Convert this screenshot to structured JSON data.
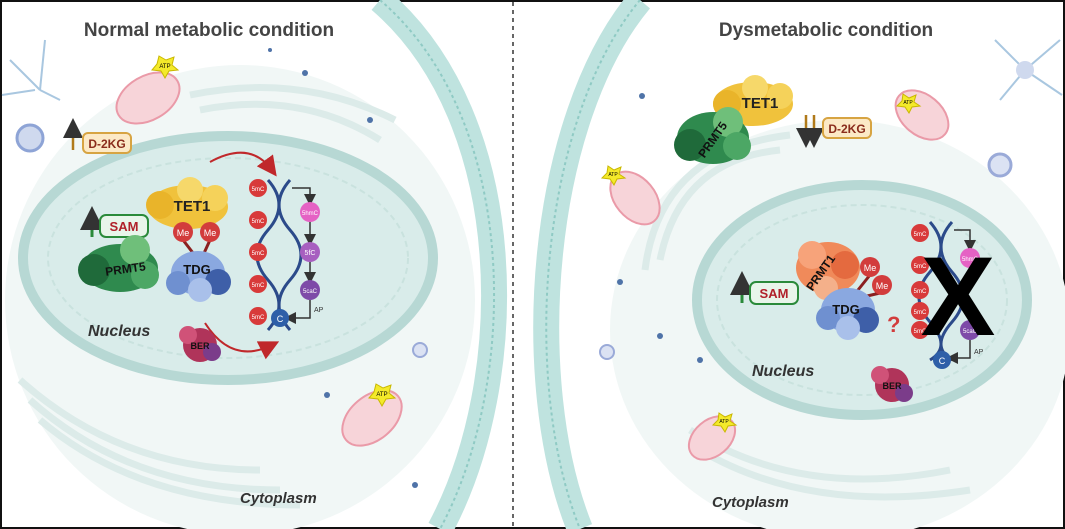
{
  "left_panel": {
    "title": "Normal metabolic condition",
    "atp_labels": [
      "ATP",
      "ATP"
    ],
    "d2kg": "D-2KG",
    "sam": "SAM",
    "tet1": "TET1",
    "prmt5": "PRMT5",
    "tdg": "TDG",
    "me_labels": [
      "Me",
      "Me"
    ],
    "ber": "BER",
    "nucleus": "Nucleus",
    "cytoplasm": "Cytoplasm",
    "mc_labels": [
      "5mC",
      "5mC",
      "5mC",
      "5mC",
      "5mC"
    ],
    "pathway": [
      "5hmC",
      "5fC",
      "5caC",
      "C"
    ],
    "ap": "AP"
  },
  "right_panel": {
    "title": "Dysmetabolic condition",
    "atp_labels": [
      "ATP",
      "ATP",
      "ATP"
    ],
    "d2kg": "D-2KG",
    "sam": "SAM",
    "tet1": "TET1",
    "prmt5": "PRMT5",
    "prmt1": "PRMT1",
    "tdg": "TDG",
    "me_labels": [
      "Me",
      "Me"
    ],
    "question": "?",
    "ber": "BER",
    "nucleus": "Nucleus",
    "cytoplasm": "Cytoplasm",
    "mc_labels": [
      "5mC",
      "5mC",
      "5mC",
      "5mC",
      "5mC"
    ],
    "pathway": [
      "5hmC",
      "5caC",
      "C"
    ],
    "ap": "AP",
    "block_mark": "X"
  },
  "colors": {
    "membrane": "#9fd3cf",
    "cell_fill": "#e8f3f2",
    "nucleus_fill": "#d6ebe8",
    "tet1": "#f0c23c",
    "prmt5": "#2f8a4e",
    "prmt1": "#f08a5a",
    "tdg": "#5b7fc4",
    "ber": "#b0345a",
    "me": "#d23c3c",
    "mc": "#d83a3a",
    "hmc": "#e562c4",
    "caC": "#8a4fb8",
    "c": "#2e5fa8",
    "arrow_red": "#c0282b",
    "up_arrow": "#2a8a3a",
    "d2kg_arrow": "#b07a1a"
  }
}
